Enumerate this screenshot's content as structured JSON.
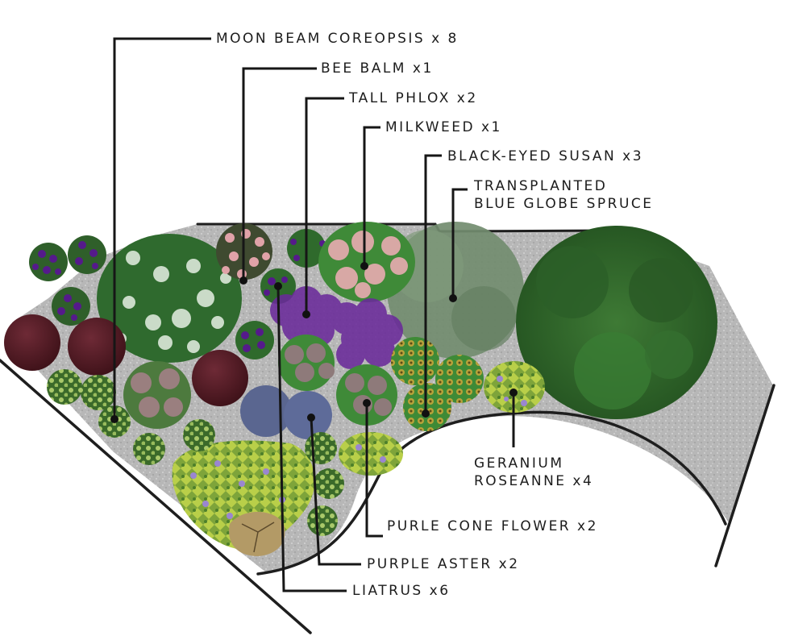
{
  "diagram": {
    "type": "garden planting plan (top-down illustration)",
    "colors": {
      "gravel": "#b9b9b9",
      "border_line": "#1e1e1e",
      "leader_line": "#161616",
      "background": "#ffffff"
    }
  },
  "labels": [
    {
      "id": "moonbeam",
      "text": "MOON BEAM COREOPSIS x 8"
    },
    {
      "id": "beebalm",
      "text": "BEE BALM x1"
    },
    {
      "id": "phlox",
      "text": "TALL PHLOX x2"
    },
    {
      "id": "milkweed",
      "text": "MILKWEED x1"
    },
    {
      "id": "susan",
      "text": "BLACK-EYED SUSAN x3"
    },
    {
      "id": "spruce",
      "line1": "TRANSPLANTED",
      "line2": "BLUE GLOBE SPRUCE"
    },
    {
      "id": "geranium",
      "line1": "GERANIUM",
      "line2": "ROSEANNE x4"
    },
    {
      "id": "coneflower",
      "text": "PURLE CONE FLOWER x2"
    },
    {
      "id": "aster",
      "text": "PURPLE ASTER x2"
    },
    {
      "id": "liatris",
      "text": "LIATRUS x6"
    }
  ],
  "plants": [
    {
      "name": "Moon Beam Coreopsis",
      "count": 8,
      "color": "#9fc061"
    },
    {
      "name": "Bee Balm",
      "count": 1,
      "color": "#d9a3a6"
    },
    {
      "name": "Tall Phlox",
      "count": 2,
      "color": "#6a2a9a"
    },
    {
      "name": "Milkweed",
      "count": 1,
      "color": "#d7a7a4"
    },
    {
      "name": "Black-Eyed Susan",
      "count": 3,
      "color": "#c4a83a"
    },
    {
      "name": "Transplanted Blue Globe Spruce",
      "count": 1,
      "color": "#6f8a6c"
    },
    {
      "name": "Geranium Roseanne",
      "count": 4,
      "color": "#c9d64b"
    },
    {
      "name": "Purle Cone Flower",
      "count": 2,
      "color": "#8e7373"
    },
    {
      "name": "Purple Aster",
      "count": 2,
      "color": "#5a6690"
    },
    {
      "name": "Liatrus",
      "count": 6,
      "color": "#2f5a2a"
    }
  ]
}
